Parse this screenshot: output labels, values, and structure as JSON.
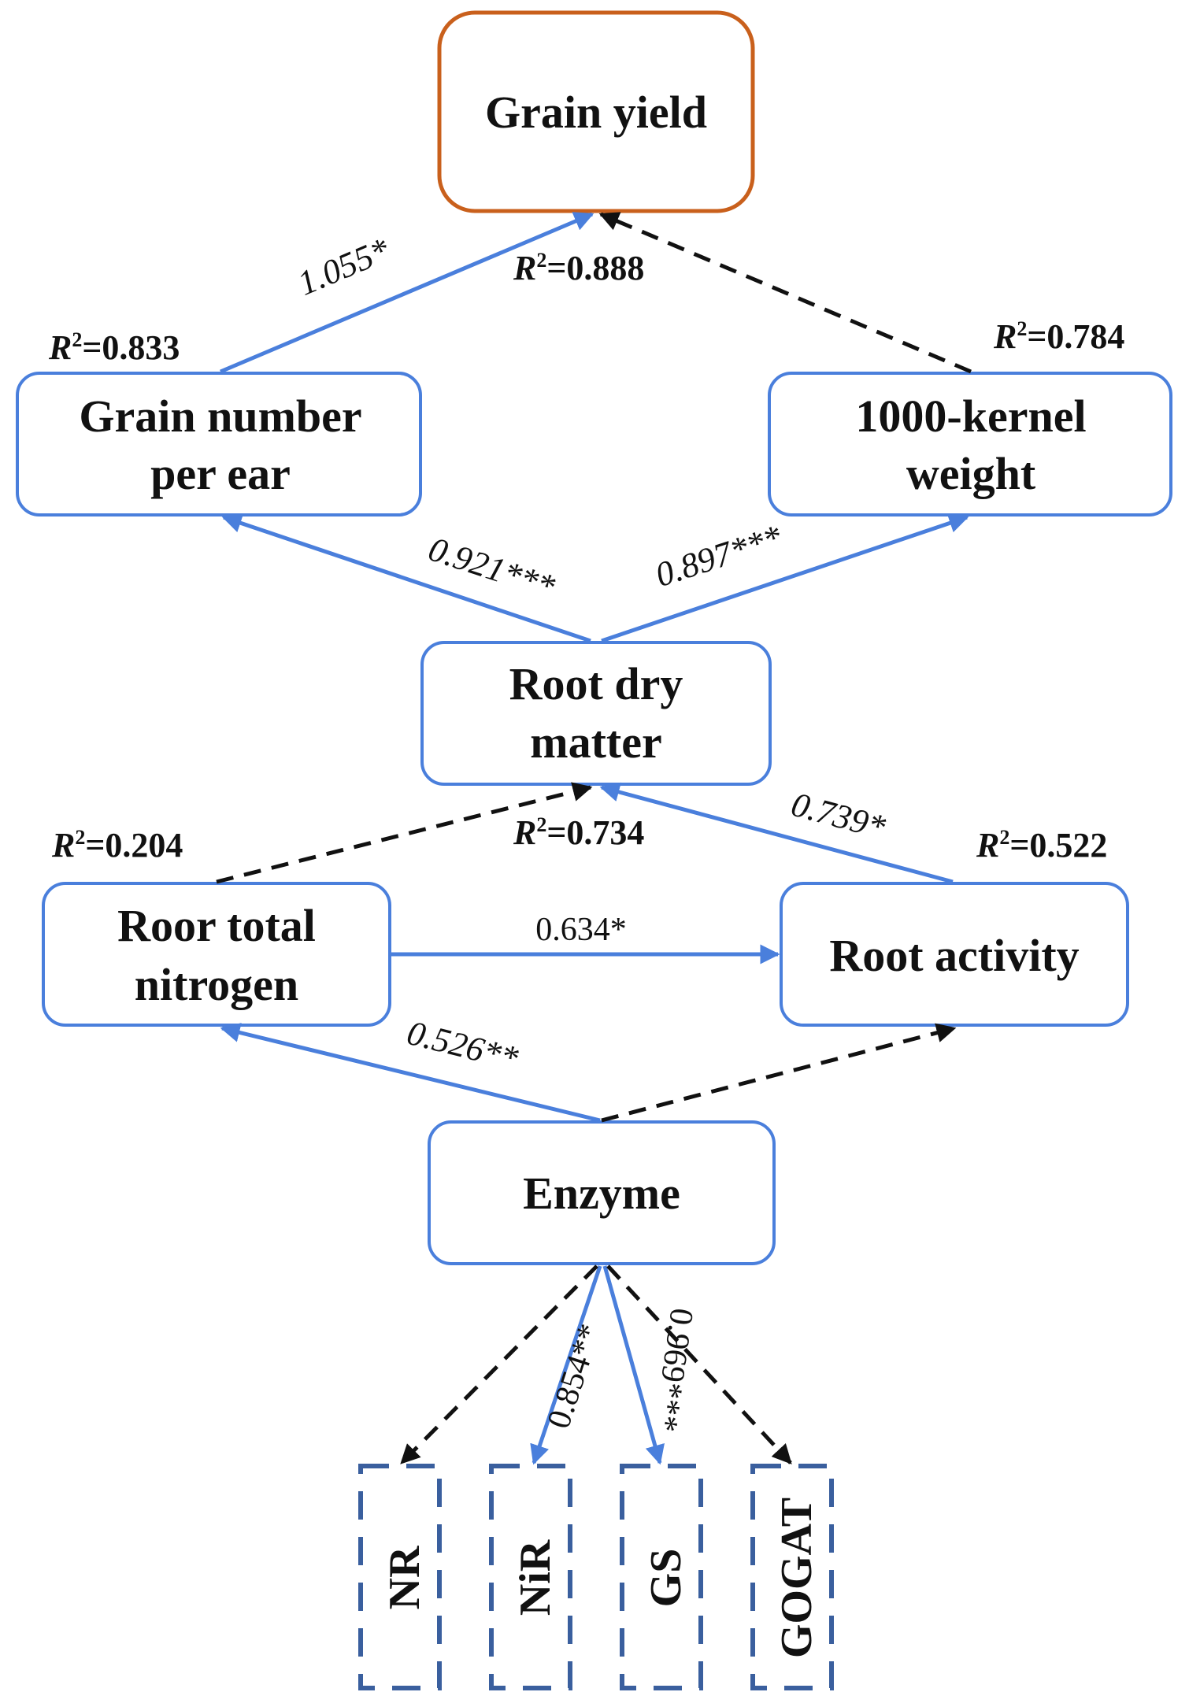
{
  "nodes": {
    "grain_yield": "Grain yield",
    "grain_number": [
      "Grain number",
      "per ear"
    ],
    "kernel_weight": [
      "1000-kernel",
      "weight"
    ],
    "root_dry_matter": [
      "Root dry",
      "matter"
    ],
    "root_total_nitrogen": [
      "Roor total",
      "nitrogen"
    ],
    "root_activity": "Root activity",
    "enzyme": "Enzyme",
    "enzymes": [
      "NR",
      "NiR",
      "GS",
      "GOGAT"
    ]
  },
  "r2": {
    "prefix": "R",
    "sup": "2",
    "grain_yield": "=0.888",
    "grain_number": "=0.833",
    "kernel_weight": "=0.784",
    "root_dry_matter": "=0.734",
    "root_total_nitrogen": "=0.204",
    "root_activity": "=0.522"
  },
  "paths": {
    "grain_number_to_yield": "1.055*",
    "rdm_to_grain_number": "0.921***",
    "rdm_to_kernel_weight": "0.897***",
    "root_activity_to_rdm": "0.739*",
    "rtn_to_root_activity": "0.634*",
    "enzyme_to_rtn": "0.526**",
    "enzyme_to_nir": "0.854**",
    "enzyme_to_gs": "0.969***"
  },
  "colors": {
    "significant_path": "#4a7fdc",
    "nonsignificant_path": "#111111",
    "box_border": "#4a7fdc",
    "yield_border": "#c9601c",
    "enzyme_box_border": "#3a5f9e"
  }
}
